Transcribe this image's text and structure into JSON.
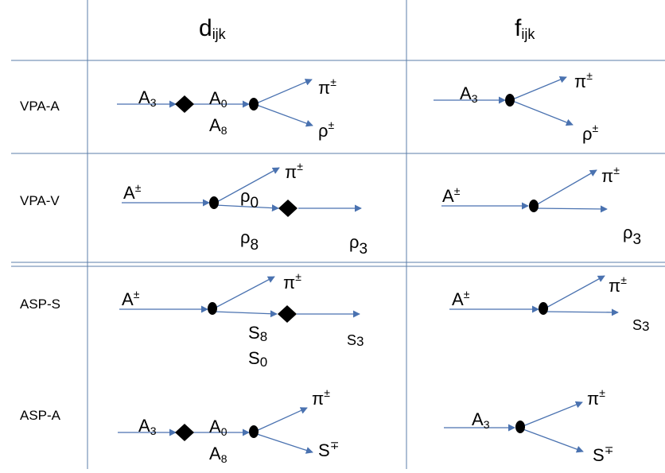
{
  "header": {
    "col_d": {
      "main": "d",
      "sub": "ijk"
    },
    "col_f": {
      "main": "f",
      "sub": "ijk"
    }
  },
  "rows": [
    {
      "label": "VPA-A"
    },
    {
      "label": "VPA-V"
    },
    {
      "label": "ASP-S"
    },
    {
      "label": "ASP-A"
    }
  ],
  "symbols": {
    "A3": {
      "main": "A",
      "sub": "3"
    },
    "A0": {
      "main": "A",
      "sub": "0"
    },
    "A8": {
      "main": "A",
      "sub": "8"
    },
    "Apm": {
      "main": "A",
      "sup": "±"
    },
    "pi_pm": {
      "main": "π",
      "sup": "±"
    },
    "rho_pm": {
      "main": "ρ",
      "sup": "±"
    },
    "rho0": {
      "main": "ρ",
      "sub": "0"
    },
    "rho8": {
      "main": "ρ",
      "sub": "8"
    },
    "rho3": {
      "main": "ρ",
      "sub": "3"
    },
    "S8": {
      "main": "S",
      "sub": "8"
    },
    "S0": {
      "main": "S",
      "sub": "0"
    },
    "S3": {
      "main": "S",
      "sub": "3"
    },
    "S_mp": {
      "main": "S",
      "sup": "∓"
    }
  },
  "colors": {
    "arrow": "#4a72b0",
    "grid": "#5b7da8",
    "node": "#000000"
  }
}
